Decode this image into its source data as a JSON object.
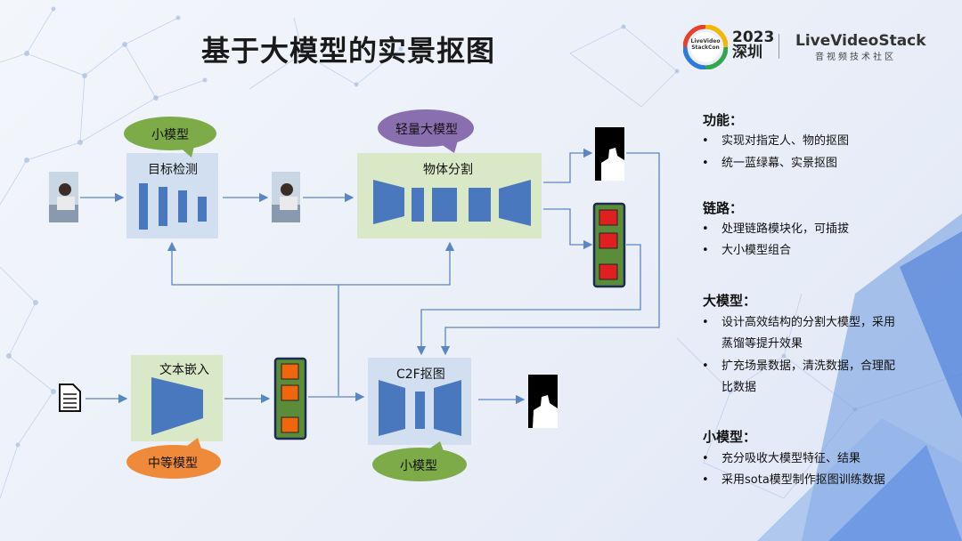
{
  "title": "基于大模型的实景抠图",
  "logo": {
    "badge_text": "LiveVideo StackCon",
    "year": "2023",
    "city": "深圳",
    "brand": "LiveVideoStack",
    "brand_sub": "音视频技术社区"
  },
  "diagram": {
    "detect_label": "目标检测",
    "detect_bubble": "小模型",
    "segment_label": "物体分割",
    "segment_bubble": "轻量大模型",
    "embed_label": "文本嵌入",
    "embed_bubble": "中等模型",
    "c2f_label": "C2F抠图",
    "c2f_bubble": "小模型"
  },
  "right_panel": {
    "sections": [
      {
        "heading": "功能：",
        "items": [
          "实现对指定人、物的抠图",
          "统一蓝绿幕、实景抠图"
        ]
      },
      {
        "heading": "链路：",
        "items": [
          "处理链路模块化，可插拔",
          "大小模型组合"
        ]
      },
      {
        "heading": "大模型：",
        "items": [
          "设计高效结构的分割大模型，采用",
          "蒸馏等提升效果",
          "扩充场景数据，清洗数据，合理配",
          "比数据"
        ]
      },
      {
        "heading": "小模型：",
        "items": [
          "充分吸收大模型特征、结果",
          "采用sota模型制作抠图训练数据"
        ]
      }
    ]
  },
  "colors": {
    "box_green": "#d9e8c6",
    "box_blue": "#d2dff0",
    "shape_blue": "#4a78bf",
    "bubble_green": "#7cab48",
    "bubble_purple": "#8a6fb0",
    "bubble_orange": "#ee8a3a",
    "arrow": "#5a86c6",
    "red_chip": "#e02020",
    "orange_chip": "#f0660f"
  }
}
